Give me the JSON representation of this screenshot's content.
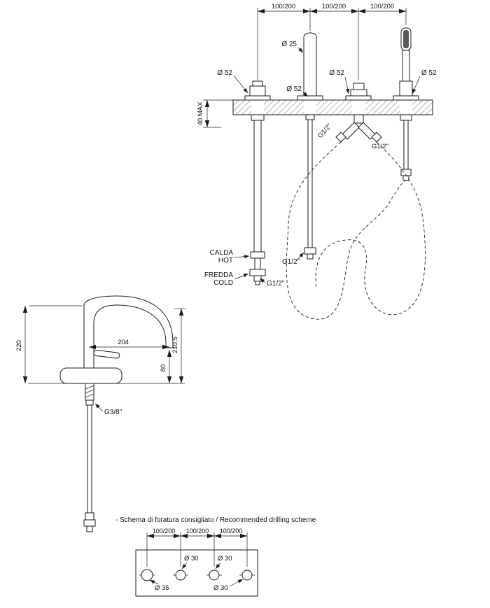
{
  "tub_set": {
    "dims": [
      "100/200",
      "100/200",
      "100/200"
    ],
    "spout_dia": "Ø 25",
    "dia_handle": "Ø 52",
    "dia_spout": "Ø 52",
    "dia_diverter": "Ø 52",
    "dia_shower": "Ø 52",
    "deck_max": "40 MAX",
    "hot_it": "CALDA",
    "hot_en": "HOT",
    "cold_it": "FREDDA",
    "cold_en": "COLD",
    "g_diverter_left": "G1/2\"",
    "g_diverter_right": "G1/2\"",
    "g_spout": "G1/2\"",
    "g_supply": "G1/2\""
  },
  "mixer": {
    "body_height": "220",
    "spout_reach": "204",
    "total_height": "210,5",
    "spout_clearance": "80",
    "g_connection": "G3/8\""
  },
  "drilling": {
    "note": "- Schema di foratura consigliato / Recommended drilling scheme",
    "dims": [
      "100/200",
      "100/200",
      "100/200"
    ],
    "hole1_dia": "Ø 35",
    "hole2_dia": "Ø 30",
    "hole3_dia": "Ø 30",
    "hole4_dia": "Ø 30"
  }
}
